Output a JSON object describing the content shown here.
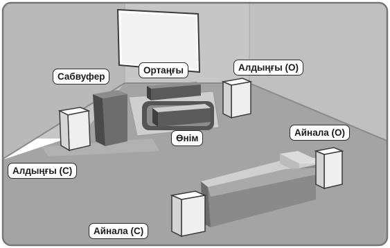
{
  "labels": {
    "subwoofer": "Сабвуфер",
    "center": "Ортаңғы",
    "front_right": "Алдыңғы (О)",
    "product": "Өнім",
    "surround_right": "Айнала (О)",
    "front_left": "Алдыңғы (С)",
    "surround_left": "Айнала (С)"
  },
  "colors": {
    "frame": "#777777",
    "wall": "#c4c4c4",
    "floor": "#a3a3a3",
    "speaker_light": "#ececec",
    "speaker_dark": "#6a6a6a",
    "label_border": "#2a2a2a"
  }
}
